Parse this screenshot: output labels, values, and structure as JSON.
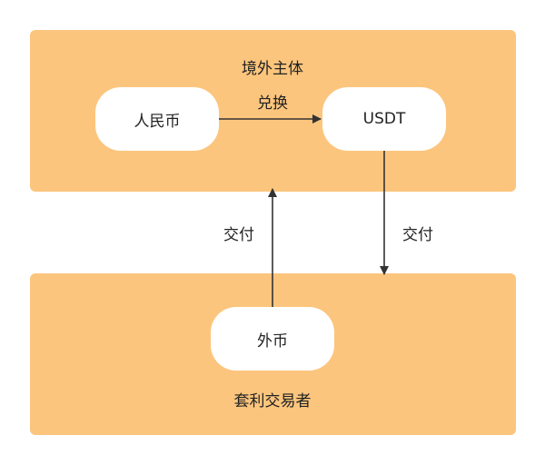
{
  "panels": {
    "top_title": "境外主体",
    "bottom_title": "套利交易者"
  },
  "nodes": {
    "rmb": "人民币",
    "usdt": "USDT",
    "foreign_currency": "外币"
  },
  "edges": {
    "exchange_label": "兑换",
    "deliver_left_label": "交付",
    "deliver_right_label": "交付"
  },
  "colors": {
    "panel": "#fcc57d",
    "node": "#ffffff",
    "arrow": "#333333"
  }
}
